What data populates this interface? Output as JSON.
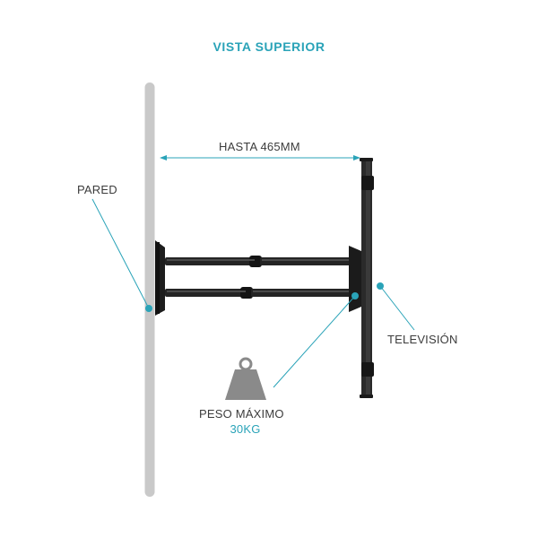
{
  "title": "VISTA SUPERIOR",
  "dimension_label": "HASTA 465MM",
  "wall_label": "PARED",
  "tv_label": "TELEVISIÓN",
  "weight": {
    "label": "PESO MÁXIMO",
    "value": "30KG"
  },
  "colors": {
    "accent": "#2aa3b8",
    "text": "#3c3c3c",
    "wall": "#c9c9c9",
    "mount": "#1e1e1e"
  }
}
